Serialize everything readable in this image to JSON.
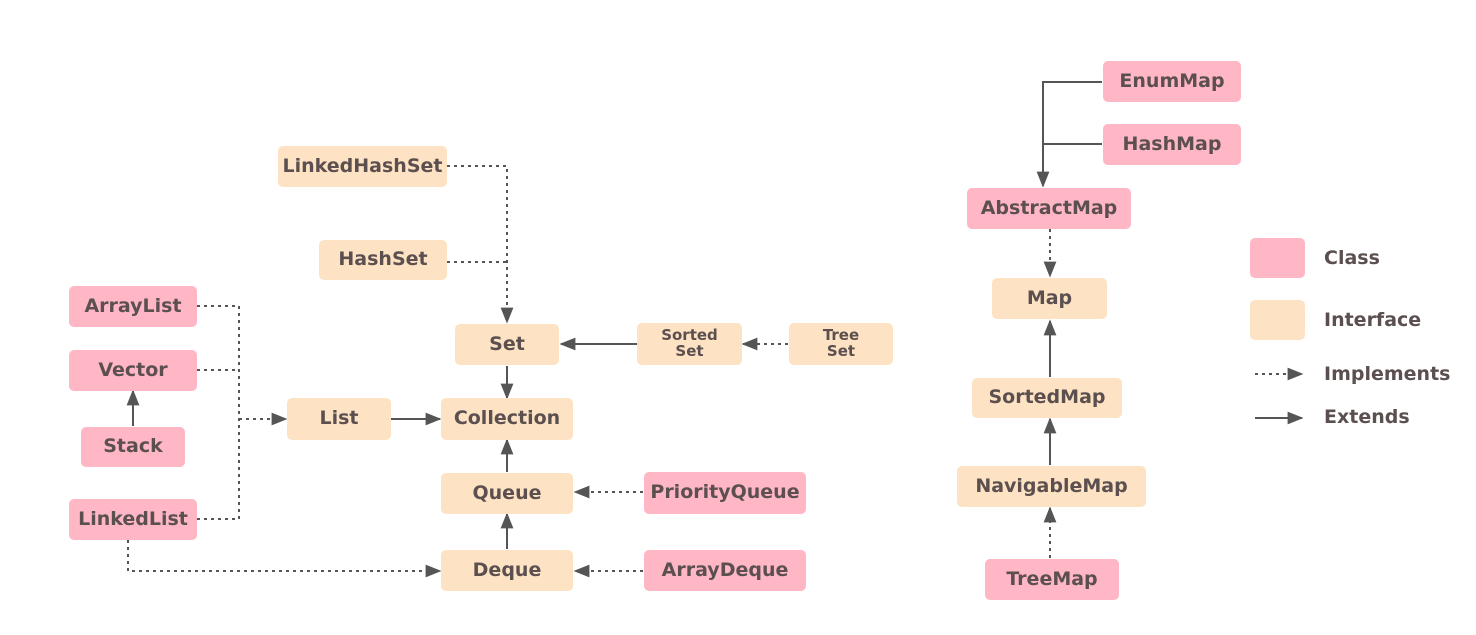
{
  "colors": {
    "class": "#ffb6c5",
    "interface": "#fde3c3",
    "edge": "#555555",
    "text": "#5b4f4f"
  },
  "nodes": {
    "linkedhashset": "LinkedHashSet",
    "hashset": "HashSet",
    "set": "Set",
    "sortedset_line1": "Sorted",
    "sortedset_line2": "Set",
    "treeset_line1": "Tree",
    "treeset_line2": "Set",
    "arraylist": "ArrayList",
    "vector": "Vector",
    "stack": "Stack",
    "list": "List",
    "collection": "Collection",
    "queue": "Queue",
    "priorityqueue": "PriorityQueue",
    "linkedlist": "LinkedList",
    "deque": "Deque",
    "arraydeque": "ArrayDeque",
    "enummap": "EnumMap",
    "hashmap": "HashMap",
    "abstractmap": "AbstractMap",
    "map": "Map",
    "sortedmap": "SortedMap",
    "navigablemap": "NavigableMap",
    "treemap": "TreeMap"
  },
  "legend": {
    "class_label": "Class",
    "interface_label": "Interface",
    "implements_label": "Implements",
    "extends_label": "Extends"
  }
}
